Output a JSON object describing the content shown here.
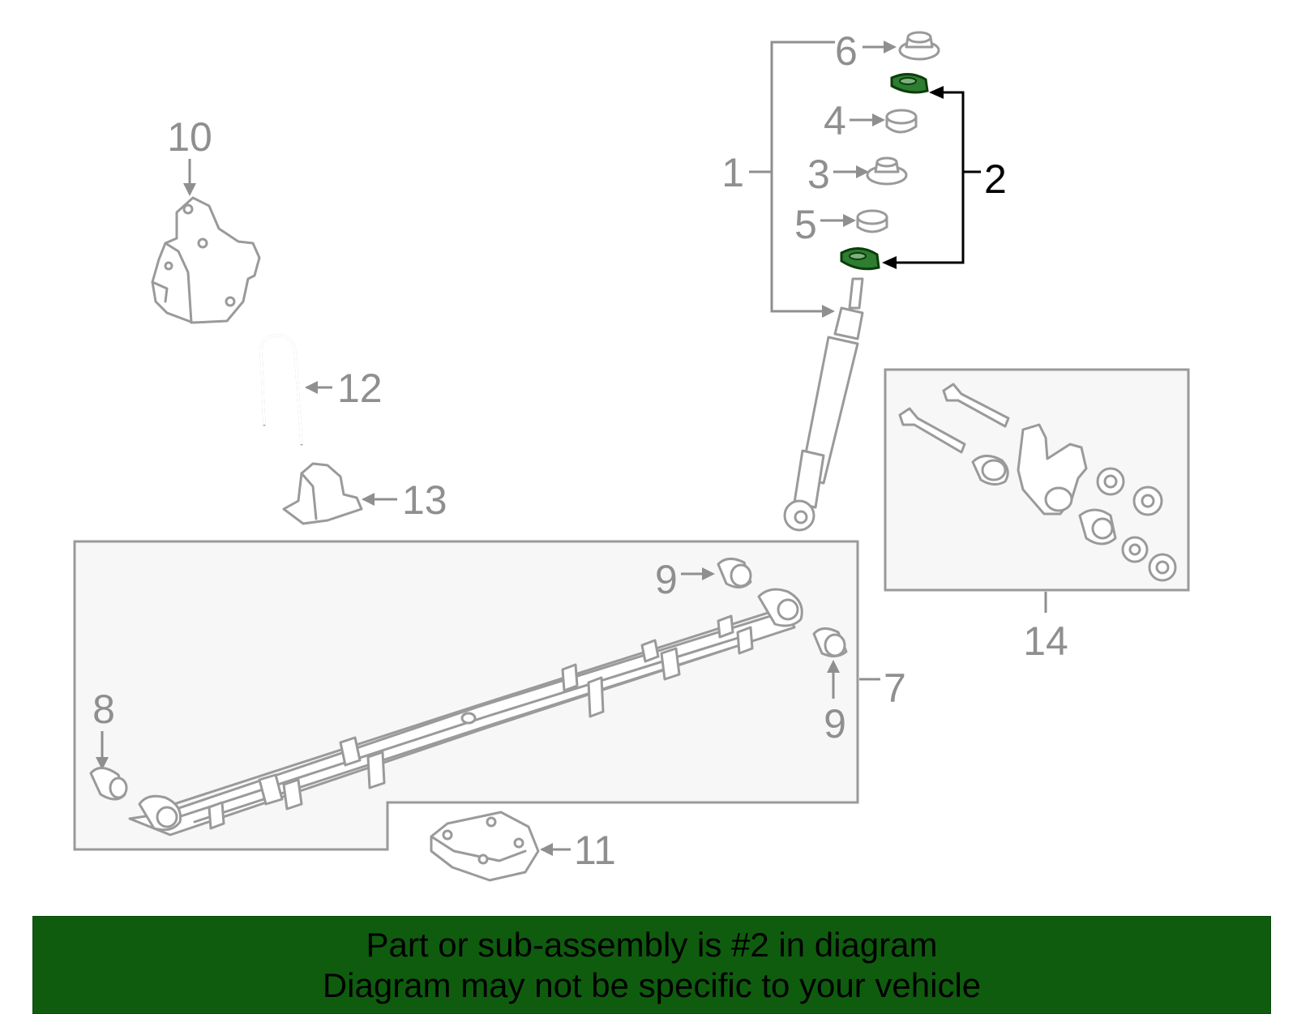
{
  "callouts": {
    "c1": "1",
    "c2": "2",
    "c3": "3",
    "c4": "4",
    "c5": "5",
    "c6": "6",
    "c7": "7",
    "c8": "8",
    "c9a": "9",
    "c9b": "9",
    "c10": "10",
    "c11": "11",
    "c12": "12",
    "c13": "13",
    "c14": "14"
  },
  "highlight": {
    "part": "2",
    "color": "#2e7d32",
    "banner_color": "#0f5c0f"
  },
  "banner": {
    "line1": "Part or sub-assembly is #2 in diagram",
    "line2": "Diagram may not be specific to your vehicle"
  }
}
